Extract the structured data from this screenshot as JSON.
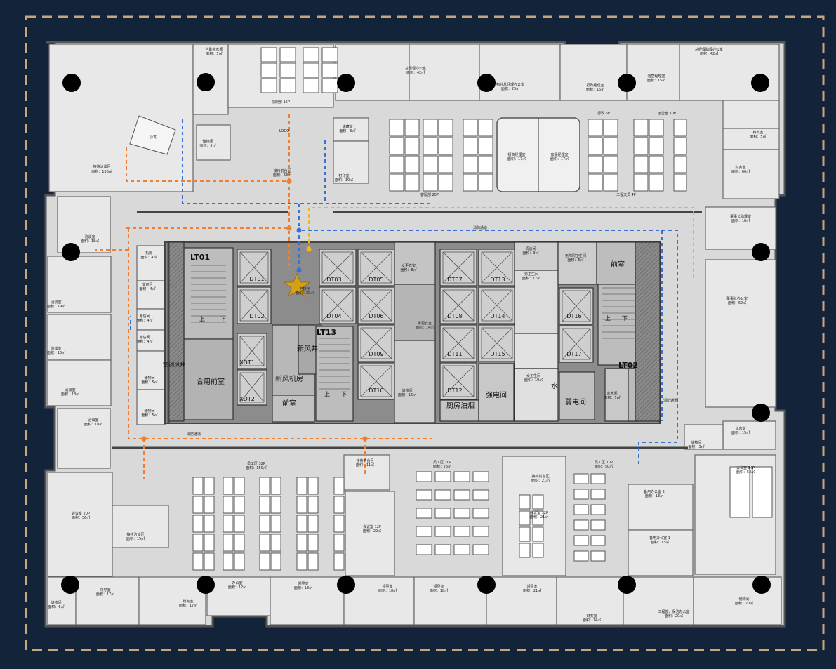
{
  "colors": {
    "background": "#13233a",
    "frame": "#c9a57a",
    "floor": "#d9d9d9",
    "room": "#e6e6e6",
    "core": "#7a7a7a",
    "column": "#000000",
    "route_orange": "#f07f2e",
    "route_blue": "#3a6fd6",
    "route_yellow": "#f2b619",
    "star": "#d4a017"
  },
  "core_labels": {
    "lt01": "LT01",
    "lt13": "LT13",
    "lt02": "LT02",
    "dt01": "DT01",
    "dt02": "DT02",
    "dt03": "DT03",
    "dt04": "DT04",
    "dt05": "DT05",
    "dt06": "DT06",
    "dt07": "DT07",
    "dt08": "DT08",
    "dt09": "DT09",
    "dt10": "DT10",
    "dt11": "DT11",
    "dt12": "DT12",
    "dt13": "DT13",
    "dt14": "DT14",
    "dt15": "DT15",
    "dt16": "DT16",
    "dt17": "DT17",
    "xdt1": "XDT1",
    "xdt2": "XDT2",
    "hefang": "合用前室",
    "xinfeng_room": "新风机房",
    "xinfeng_shaft": "新风井",
    "qianshi_left": "前室",
    "qianshi_right": "前室",
    "kitchen_oil": "厨房油烟",
    "strong_elec": "强电间",
    "weak_elec": "弱电间",
    "shui": "水",
    "wind_shaft": "空调风井",
    "up1": "上",
    "down1": "下",
    "up2": "上",
    "down2": "下",
    "up3": "上",
    "down3": "下"
  },
  "rooms": {
    "reception": "接待洽谈区",
    "reception_area": "面积：136㎡",
    "sofa": "沙发",
    "storage_top": "储物间",
    "storage_top_area": "面积：5㎡",
    "logo": "LOGO",
    "recept_desk": "接待前台区",
    "recept_desk_area": "面积：63㎡",
    "selfserve": "自助茶水间",
    "selfserve_area": "面积：5㎡",
    "frontdesk_staff": "前期部 15P",
    "vp_office": "总经理办公室",
    "vp_office_area": "面积：42㎡",
    "property_mgr": "物业总经理办公室",
    "property_mgr_area": "面积：25㎡",
    "admin_mgr": "行政经理室",
    "admin_mgr_area": "面积：15㎡",
    "ops_mgr": "运营经理室",
    "ops_mgr_area": "面积：15㎡",
    "gm_assist": "总经理助理办公室",
    "gm_assist_area": "面积：42㎡",
    "archive": "档案室",
    "archive_area": "面积：5㎡",
    "finance_right": "财务室",
    "finance_right_area": "面积：60㎡",
    "supply": "储藏室",
    "supply_area": "面积：6㎡",
    "print": "打印室",
    "print_area": "面积：10㎡",
    "admin_6p": "行政 6P",
    "ops_10p": "运营室 10P",
    "dept_mgr1": "招商经理室",
    "dept_mgr1_area": "面积：17㎡",
    "dept_mgr2": "客服经理室",
    "dept_mgr2_area": "面积：17㎡",
    "customer_20p": "客服部 20P",
    "engineering_4p": "工程文员 4P",
    "chairman_assist": "董事长助理室",
    "chairman_assist_area": "面积：18㎡",
    "chairman": "董事长办公室",
    "chairman_area": "面积：62㎡",
    "neg1": "洽谈室",
    "neg1_area": "面积：18㎡",
    "neg2": "洽谈室",
    "neg2_area": "面积：19㎡",
    "neg3": "洽谈室",
    "neg3_area": "面积：15㎡",
    "neg4": "洽谈室",
    "neg4_area": "面积：18㎡",
    "neg5": "洽谈室",
    "neg5_area": "面积：18㎡",
    "machine": "机房",
    "machine_area": "面积：4㎡",
    "stationery": "文印区",
    "stationery_area": "面积：4㎡",
    "elec1": "电信间",
    "elec1_area": "面积：4㎡",
    "elec2": "电信间",
    "elec2_area": "面积：4㎡",
    "storage_l1": "储物间",
    "storage_l1_area": "面积：5㎡",
    "storage_l2": "储物间",
    "storage_l2_area": "面积：5㎡",
    "lobby": "电梯厅",
    "lobby_area": "面积：30㎡",
    "female_changing": "女更衣室",
    "female_changing_area": "面积：8㎡",
    "male_changing": "男更衣室",
    "male_changing_area": "面积：14㎡",
    "storage_mid": "储物间",
    "storage_mid_area": "面积：16㎡",
    "cleaning": "清洁间",
    "cleaning_area": "面积：3㎡",
    "male_wc": "男卫生间",
    "male_wc_area": "面积：17㎡",
    "barrier_free": "无障碍卫生间",
    "barrier_free_area": "面积：5㎡",
    "female_wc": "女卫生间",
    "female_wc_area": "面积：19㎡",
    "tea": "茶水间",
    "tea_area": "面积：5㎡",
    "rest": "休息室",
    "rest_area": "面积：15㎡",
    "storage_r": "储物间",
    "storage_r_area": "面积：3㎡",
    "corridor_top": "消防通道",
    "corridor_bottom": "消防通道",
    "corridor_right": "消防通道",
    "meeting_left": "会议室 20P",
    "meeting_left_area": "面积：36㎡",
    "reception_small": "接待洽谈区",
    "reception_small_area": "面积：15㎡",
    "staff_32p": "员工区 32P",
    "staff_32p_area": "面积：150㎡",
    "recept_desk2": "接待前台区",
    "recept_desk2_area": "面积：11㎡",
    "meeting_mid": "会议室 12P",
    "meeting_mid_area": "面积：22㎡",
    "staff_20p": "员工区 20P",
    "staff_20p_area": "面积：75㎡",
    "recept_desk3": "接待前台区",
    "recept_desk3_area": "面积：21㎡",
    "meeting_small": "会议室 12P",
    "meeting_small_area": "面积：21㎡",
    "staff_10p": "员工区 10P",
    "staff_10p_area": "面积：50㎡",
    "backup2": "备用办公室 2",
    "backup2_area": "面积：13㎡",
    "backup1": "备用办公室 1",
    "backup1_area": "面积：13㎡",
    "meeting_right": "会议室 34P",
    "meeting_right_area": "面积：53㎡",
    "storage_bl": "储物间",
    "storage_bl_area": "面积：6㎡",
    "leader1": "领导室",
    "leader1_area": "面积：17㎡",
    "finance_bl": "财务室",
    "finance_bl_area": "面积：17㎡",
    "office_12": "办公室",
    "office_12_area": "面积：12㎡",
    "leader2": "领导室",
    "leader2_area": "面积：18㎡",
    "leader3": "领导室",
    "leader3_area": "面积：18㎡",
    "leader4": "领导室",
    "leader4_area": "面积：18㎡",
    "leader5": "领导室",
    "leader5_area": "面积：21㎡",
    "finance_br": "财务室",
    "finance_br_area": "面积：14㎡",
    "engineering_office": "工程部、保洁办公室",
    "engineering_office_area": "面积：20㎡",
    "storage_br": "储物间",
    "storage_br_area": "面积：20㎡"
  }
}
